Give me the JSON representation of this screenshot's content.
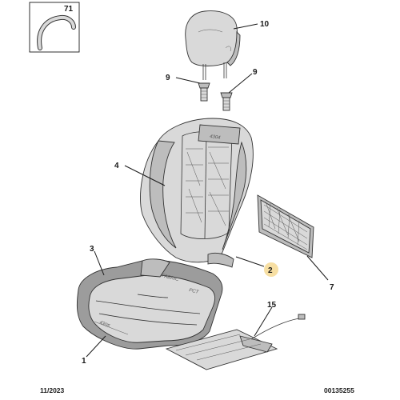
{
  "callouts": {
    "c71": "71",
    "c10": "10",
    "c9_left": "9",
    "c9_right": "9",
    "c4": "4",
    "c7": "7",
    "c3": "3",
    "c2": "2",
    "c15": "15",
    "c1": "1"
  },
  "stamps": {
    "backrest_label": "4304",
    "cushion_label_1": "FABRIC",
    "cushion_label_2": "PCT",
    "cushion_label_3": "4305"
  },
  "footer": {
    "date": "11/2023",
    "reference": "00135255"
  },
  "colors": {
    "highlight_callout": "#f7dfa3",
    "part_fill": "#d9d9d9",
    "line": "#1a1a1a"
  }
}
